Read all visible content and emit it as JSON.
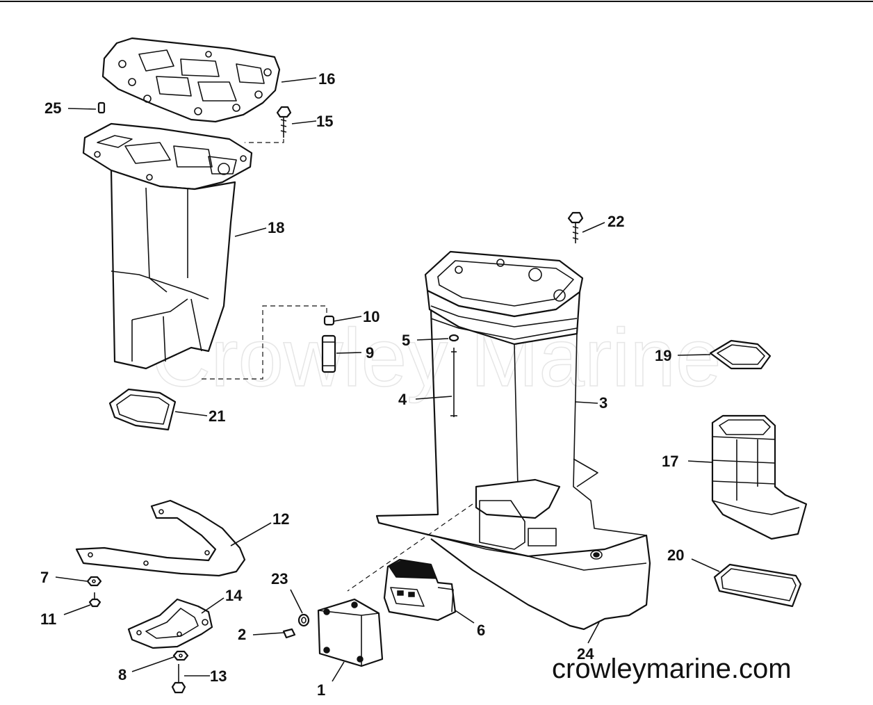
{
  "watermark": "Crowley Marine",
  "website": "crowleymarine.com",
  "callouts": {
    "c1": "1",
    "c2": "2",
    "c3": "3",
    "c4": "4",
    "c5": "5",
    "c6": "6",
    "c7": "7",
    "c8": "8",
    "c9": "9",
    "c10": "10",
    "c11": "11",
    "c12": "12",
    "c13": "13",
    "c14": "14",
    "c15": "15",
    "c16": "16",
    "c17": "17",
    "c18": "18",
    "c19": "19",
    "c20": "20",
    "c21": "21",
    "c22": "22",
    "c23": "23",
    "c24": "24",
    "c25": "25"
  },
  "colors": {
    "ink": "#111111",
    "paper": "#ffffff",
    "watermark": "#e6e6e6"
  }
}
